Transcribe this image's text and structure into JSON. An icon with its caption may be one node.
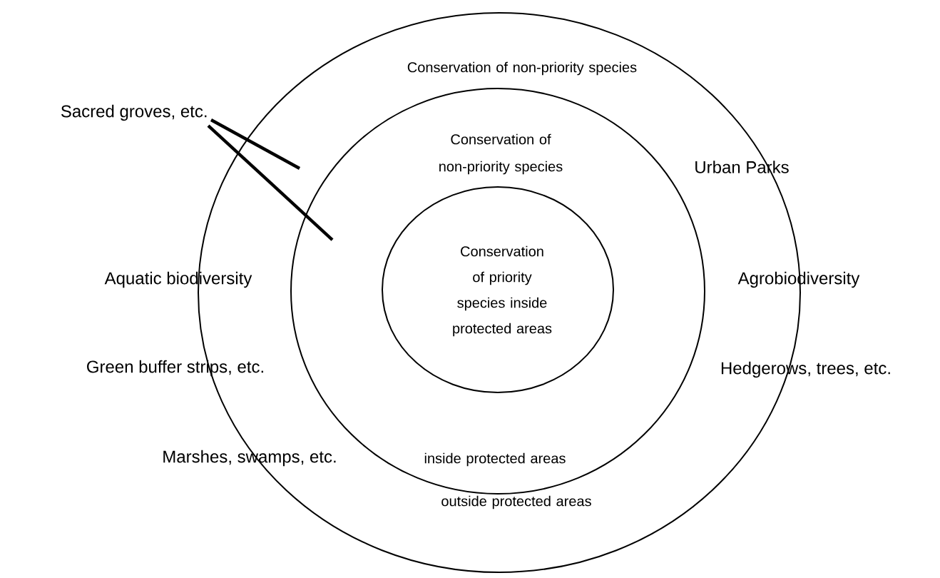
{
  "diagram": {
    "nodes": [
      {
        "text": [
          "Conservation of non-priority species",
          "outside protected areas"
        ]
      },
      {
        "text": [
          "Conservation of non-priority species",
          "inside protected areas"
        ],
        "in": 0
      },
      {
        "text": [
          "Conservation of priority species inside protected areas"
        ],
        "in": 1
      },
      {
        "text": [
          "Sacred groves, etc."
        ]
      }
    ],
    "edges": [
      {
        "from": 3,
        "to": null,
        "arrow": "none"
      },
      {
        "from": 3,
        "to": null,
        "arrow": "none"
      }
    ],
    "labels": [
      "Urban Parks",
      "Aquatic biodiversity",
      "Agrobiodiversity",
      "Green buffer strips, etc.",
      "Hedgerows, trees, etc.",
      "Marshes, swamps, etc."
    ]
  }
}
